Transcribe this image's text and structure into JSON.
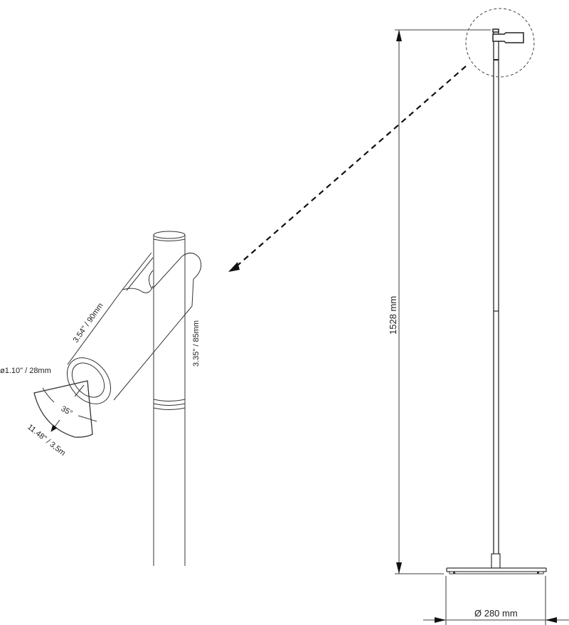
{
  "detail_view": {
    "head_length": "3.54\" / 90mm",
    "stem_length": "3.35\" / 85mm",
    "diameter": "ø1.10\" / 28mm",
    "beam_angle": "35°",
    "throw_distance": "11.48\" / 3,5m"
  },
  "full_view": {
    "height": "1528 mm",
    "base_diameter": "Ø 280 mm"
  },
  "colors": {
    "line": "#333333",
    "dimension": "#666666",
    "background": "#ffffff"
  }
}
